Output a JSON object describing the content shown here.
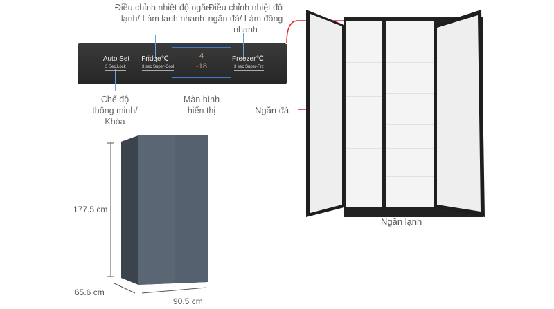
{
  "panel": {
    "fridge_adjust_label": "Điều chỉnh nhiệt độ ngăn lạnh/ Làm lạnh nhanh",
    "freezer_adjust_label": "Điều chỉnh nhiệt độ ngăn đá/ Làm đông nhanh",
    "auto_set": "Auto Set",
    "auto_set_sub": "3 Sec.Lock",
    "fridge": "Fridge℃",
    "fridge_sub": "3 sec Super-Cool",
    "freezer": "Freezer℃",
    "freezer_sub": "3 sec Super-Frz",
    "display_top": "4",
    "display_bottom": "-18",
    "smart_mode_label": "Chế độ thông minh/ Khóa",
    "display_label": "Màn hình hiển thị"
  },
  "callouts": {
    "freezer_compartment": "Ngăn đá",
    "fridge_compartment": "Ngăn lạnh"
  },
  "dimensions": {
    "height": "177.5 cm",
    "depth": "65.6 cm",
    "width": "90.5 cm"
  },
  "colors": {
    "callout_line": "#e0202a",
    "panel_line": "#6aa0e0"
  }
}
